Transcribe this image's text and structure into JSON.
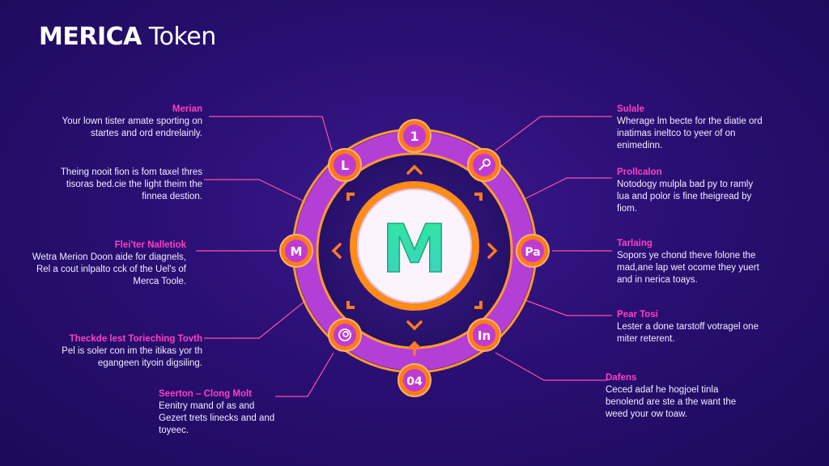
{
  "title": {
    "bold": "MERICA",
    "light": " Token"
  },
  "center_letter": "M",
  "nodes": [
    "1",
    "L",
    "M",
    "Pa",
    "04",
    "In"
  ],
  "annotations_left": [
    {
      "heading": "Merian",
      "body": "Your lown tister amate sporting on startes and ord endrelainly."
    },
    {
      "heading": "",
      "body": "Theing nooit fion is fom taxel thres tisoras bed.cie the light theim the finnea destion."
    },
    {
      "heading": "Flei'ter    Nalletiok",
      "body": "Wetra Merion Doon aide for diagnels, Rel a cout inlpalto cck of the Uel's of Merca Toole."
    },
    {
      "heading": "Theckde lest Torieching Tovth",
      "body": "Pel is soler con im the itikas yor th egangeen ityoin digsiling."
    },
    {
      "heading": "Seerton – Clong Molt",
      "body": "Eenitry mand of as and Gezert trets linecks and and toyeec."
    }
  ],
  "annotations_right": [
    {
      "heading": "Sulale",
      "body": "Wherage lm becte for the diatie ord inatimas ineltco to yeer of on enimedinn."
    },
    {
      "heading": "Prollcalon",
      "body": "Notodogy mulpla bad py to ramly lua and polor is fine theigread by fiom."
    },
    {
      "heading": "Tarlaing",
      "body": "Sopors ye chond theve folone the mad,ane lap wet ocome they yuert and in nerica toays."
    },
    {
      "heading": "Pear Tosi",
      "body": "Lester a done tarstoff votragel one miter reterent."
    },
    {
      "heading": "Dafens",
      "body": "Ceced adaf he hogjoel tinla benolend are ste a the want the weed your ow toaw."
    }
  ]
}
